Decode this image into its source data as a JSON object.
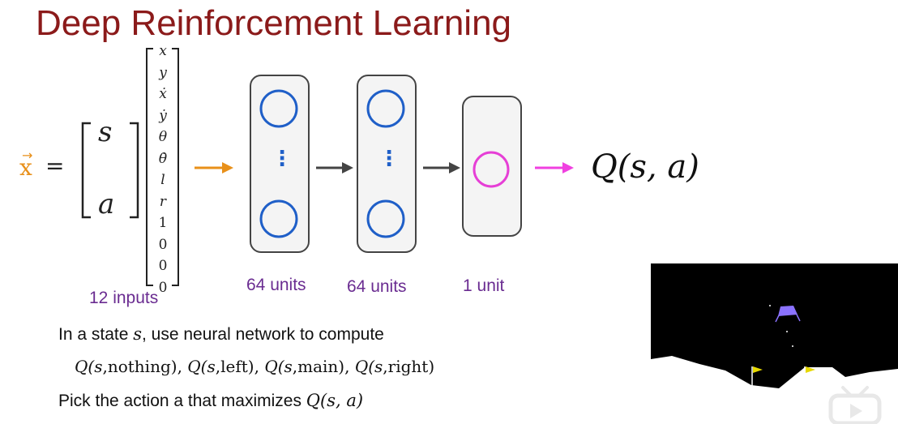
{
  "slide": {
    "title": "Deep Reinforcement Learning"
  },
  "input": {
    "vector_symbol": "x",
    "equals": "=",
    "top_var": "s",
    "bottom_var": "a",
    "state_components": [
      "x",
      "y",
      "ẋ",
      "ẏ",
      "θ",
      "θ̇",
      "l",
      "r",
      "1",
      "0",
      "0",
      "0"
    ],
    "inputs_label": "12 inputs"
  },
  "network": {
    "layers": [
      {
        "units_label": "64 units",
        "dots": "⋮"
      },
      {
        "units_label": "64 units",
        "dots": "⋮"
      },
      {
        "units_label": "1 unit"
      }
    ],
    "output_label": "Q(s, a)"
  },
  "bullets": {
    "line1_prefix": "In a state ",
    "line1_var": "s",
    "line1_suffix": ", use neural network to compute",
    "q_functions": [
      {
        "prefix": "Q(",
        "var": "s",
        "arg": ",nothing)"
      },
      {
        "prefix": "Q(",
        "var": "s",
        "arg": ",left)"
      },
      {
        "prefix": "Q(",
        "var": "s",
        "arg": ",main)"
      },
      {
        "prefix": "Q(",
        "var": "s",
        "arg": ",right)"
      }
    ],
    "line3_prefix": "Pick the action a that maximizes ",
    "line3_math": "Q(s, a)"
  },
  "colors": {
    "title": "#8b1a1a",
    "input_arrow": "#e8901a",
    "hidden_neuron": "#1f5fc8",
    "output_neuron": "#e63fd6",
    "output_arrow": "#f040e0",
    "units_label": "#6a2c91",
    "lander": "#8b72ff",
    "flag": "#e6d800"
  },
  "icons": {
    "corner_logo": "bilibili-tv-icon",
    "play": "play-icon"
  }
}
